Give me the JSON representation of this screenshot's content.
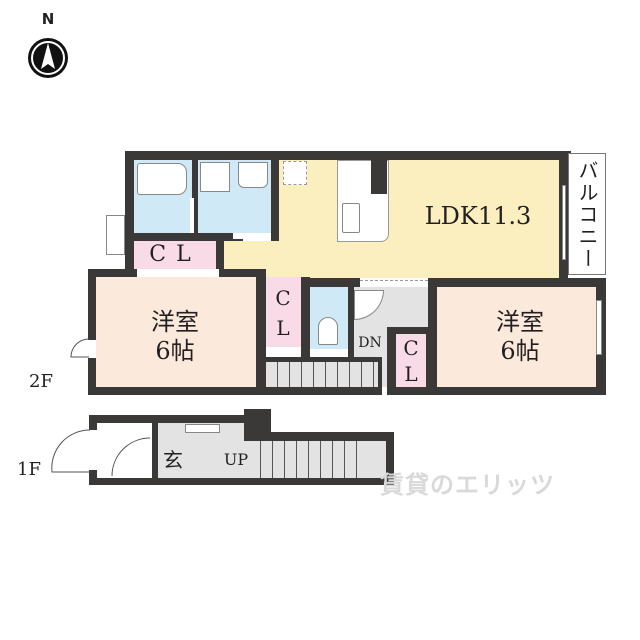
{
  "compass": {
    "label": "N",
    "icon": "north-arrow-icon"
  },
  "floors": {
    "upper": {
      "label": "2F"
    },
    "lower": {
      "label": "1F"
    }
  },
  "rooms": {
    "ldk": {
      "label": "LDK11.3"
    },
    "balcony": {
      "label": "バルコニー"
    },
    "western_left": {
      "line1": "洋室",
      "line2": "6帖"
    },
    "western_right": {
      "line1": "洋室",
      "line2": "6帖"
    },
    "closet_top": {
      "label": "CL"
    },
    "closet_mid_c": {
      "label": "C"
    },
    "closet_mid_l": {
      "label": "L"
    },
    "closet_right_c": {
      "label": "C"
    },
    "closet_right_l": {
      "label": "L"
    },
    "stairs_down": {
      "label": "DN"
    },
    "entrance": {
      "label": "玄"
    },
    "stairs_up": {
      "label": "UP"
    }
  },
  "colors": {
    "wall": "#3b3838",
    "bathroom": "#cfe9f7",
    "ldk": "#fbefc0",
    "western_room": "#fbe9dc",
    "closet": "#f8dbe7",
    "hall": "#e3e3e3"
  },
  "watermark": {
    "text": "賃貸のエリッツ"
  }
}
